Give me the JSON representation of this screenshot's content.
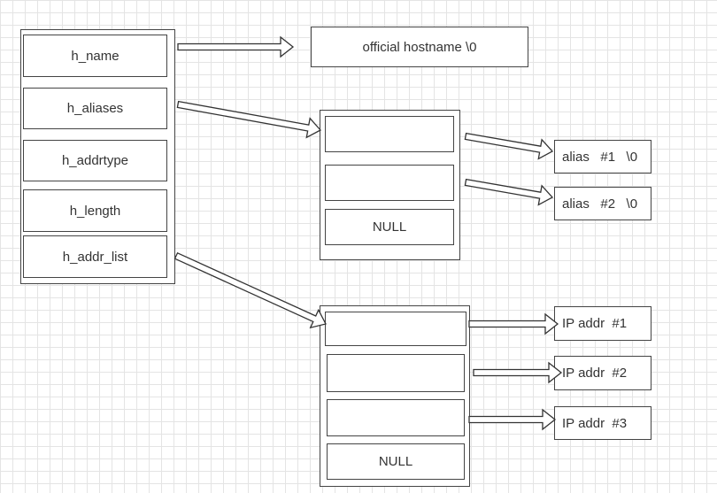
{
  "hostent_fields": [
    "h_name",
    "h_aliases",
    "h_addrtype",
    "h_length",
    "h_addr_list"
  ],
  "official_hostname": "official hostname \\0",
  "alias_pointers": [
    "",
    "",
    "NULL"
  ],
  "aliases": [
    "alias   #1   \\0",
    "alias   #2   \\0"
  ],
  "addr_pointers": [
    "",
    "",
    "",
    "NULL"
  ],
  "ip_addresses": [
    "IP addr  #1",
    "IP addr  #2",
    "IP addr  #3"
  ]
}
